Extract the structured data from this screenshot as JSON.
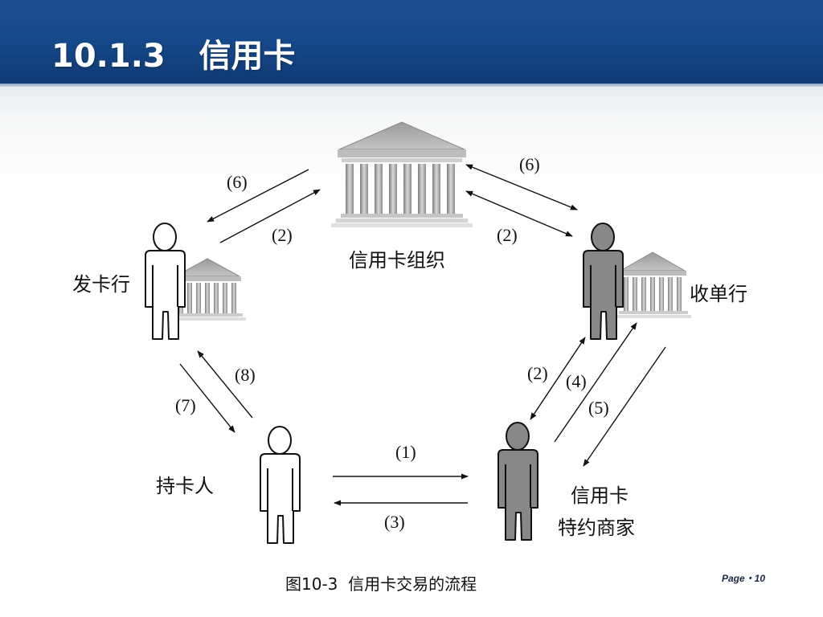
{
  "slide": {
    "title": "10.1.3   信用卡",
    "caption": "图10-3  信用卡交易的流程",
    "page_label": "Page・10"
  },
  "diagram": {
    "nodes": {
      "organization": "信用卡组织",
      "issuer": "发卡行",
      "acquirer": "收单行",
      "cardholder": "持卡人",
      "merchant_line1": "信用卡",
      "merchant_line2": "特约商家"
    },
    "steps": {
      "org_issuer_top": "(6)",
      "org_issuer_bottom": "(2)",
      "org_acquirer_top": "(6)",
      "org_acquirer_bottom": "(2)",
      "issuer_cardholder_left": "(7)",
      "issuer_cardholder_right": "(8)",
      "acquirer_merchant_a": "(2)",
      "acquirer_merchant_b": "(4)",
      "acquirer_merchant_c": "(5)",
      "cardholder_merchant_top": "(1)",
      "cardholder_merchant_bottom": "(3)"
    }
  },
  "colors": {
    "header_blue": "#164a8c",
    "person_white": "#ffffff",
    "person_gray": "#888888",
    "building_gray": "#a8a8a8"
  }
}
